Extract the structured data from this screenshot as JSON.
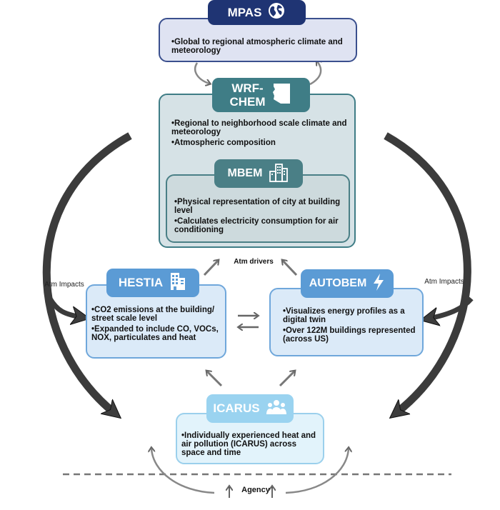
{
  "nodes": {
    "mpas": {
      "label": "MPAS",
      "icon": "globe-icon",
      "bullets": [
        "•Global to regional atmospheric climate and meteorology"
      ]
    },
    "wrf": {
      "label_line1": "WRF-",
      "label_line2": "CHEM",
      "icon": "arizona-map-icon",
      "bullets": [
        "•Regional to neighborhood scale climate and meteorology",
        "•Atmospheric composition"
      ]
    },
    "mbem": {
      "label": "MBEM",
      "icon": "buildings-icon",
      "bullets": [
        "•Physical representation of city at building level",
        "•Calculates electricity consumption for air conditioning"
      ]
    },
    "hestia": {
      "label": "HESTIA",
      "icon": "building-icon",
      "bullets": [
        "•CO2 emissions at the building/ street scale level",
        "•Expanded to include CO, VOCs, NOX, particulates and heat"
      ]
    },
    "autobem": {
      "label": "AUTOBEM",
      "icon": "lightning-icon",
      "bullets": [
        "•Visualizes energy profiles as a digital twin",
        "•Over 122M buildings represented (across US)"
      ]
    },
    "icarus": {
      "label": "ICARUS",
      "icon": "people-icon",
      "bullets": [
        "•Individually experienced heat and air pollution (ICARUS) across space and time"
      ]
    }
  },
  "annotations": {
    "atm_drivers": "Atm drivers",
    "atm_impacts_left": "Atm Impacts",
    "atm_impacts_right": "Atm Impacts",
    "agency": "Agency"
  },
  "colors": {
    "mpas": "#1f3473",
    "wrf": "#3f7d86",
    "mbem": "#4a7f86",
    "hestia": "#5b9bd5",
    "autobem": "#5b9bd5",
    "icarus": "#9ad3f0",
    "arrow": "#6f6f6f"
  }
}
